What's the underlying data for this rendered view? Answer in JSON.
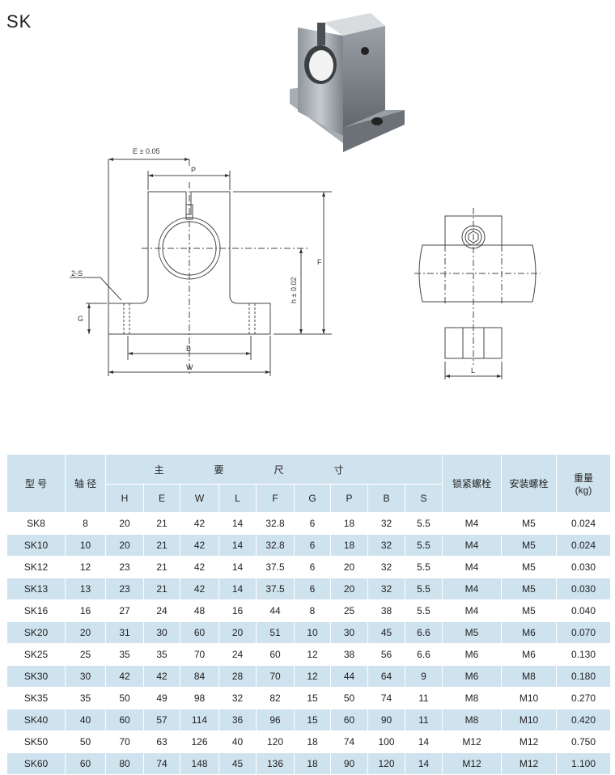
{
  "title": "SK",
  "drawing": {
    "dim_e": "E ± 0.05",
    "dim_p": "P",
    "dim_f": "F",
    "dim_h": "h ± 0.02",
    "dim_s": "2-S",
    "dim_g": "G",
    "dim_b": "B",
    "dim_w": "W",
    "dim_l": "L"
  },
  "table": {
    "col_model": "型 号",
    "col_shaft": "轴 径",
    "group_title": "主要尺寸",
    "col_lock": "锁紧螺栓",
    "col_mount": "安装螺栓",
    "col_weight_1": "重量",
    "col_weight_2": "(kg)",
    "sub_headers": [
      "H",
      "E",
      "W",
      "L",
      "F",
      "G",
      "P",
      "B",
      "S"
    ],
    "rows": [
      [
        "SK8",
        "8",
        "20",
        "21",
        "42",
        "14",
        "32.8",
        "6",
        "18",
        "32",
        "5.5",
        "M4",
        "M5",
        "0.024"
      ],
      [
        "SK10",
        "10",
        "20",
        "21",
        "42",
        "14",
        "32.8",
        "6",
        "18",
        "32",
        "5.5",
        "M4",
        "M5",
        "0.024"
      ],
      [
        "SK12",
        "12",
        "23",
        "21",
        "42",
        "14",
        "37.5",
        "6",
        "20",
        "32",
        "5.5",
        "M4",
        "M5",
        "0.030"
      ],
      [
        "SK13",
        "13",
        "23",
        "21",
        "42",
        "14",
        "37.5",
        "6",
        "20",
        "32",
        "5.5",
        "M4",
        "M5",
        "0.030"
      ],
      [
        "SK16",
        "16",
        "27",
        "24",
        "48",
        "16",
        "44",
        "8",
        "25",
        "38",
        "5.5",
        "M4",
        "M5",
        "0.040"
      ],
      [
        "SK20",
        "20",
        "31",
        "30",
        "60",
        "20",
        "51",
        "10",
        "30",
        "45",
        "6.6",
        "M5",
        "M6",
        "0.070"
      ],
      [
        "SK25",
        "25",
        "35",
        "35",
        "70",
        "24",
        "60",
        "12",
        "38",
        "56",
        "6.6",
        "M6",
        "M6",
        "0.130"
      ],
      [
        "SK30",
        "30",
        "42",
        "42",
        "84",
        "28",
        "70",
        "12",
        "44",
        "64",
        "9",
        "M6",
        "M8",
        "0.180"
      ],
      [
        "SK35",
        "35",
        "50",
        "49",
        "98",
        "32",
        "82",
        "15",
        "50",
        "74",
        "11",
        "M8",
        "M10",
        "0.270"
      ],
      [
        "SK40",
        "40",
        "60",
        "57",
        "114",
        "36",
        "96",
        "15",
        "60",
        "90",
        "11",
        "M8",
        "M10",
        "0.420"
      ],
      [
        "SK50",
        "50",
        "70",
        "63",
        "126",
        "40",
        "120",
        "18",
        "74",
        "100",
        "14",
        "M12",
        "M12",
        "0.750"
      ],
      [
        "SK60",
        "60",
        "80",
        "74",
        "148",
        "45",
        "136",
        "18",
        "90",
        "120",
        "14",
        "M12",
        "M12",
        "1.100"
      ]
    ]
  }
}
